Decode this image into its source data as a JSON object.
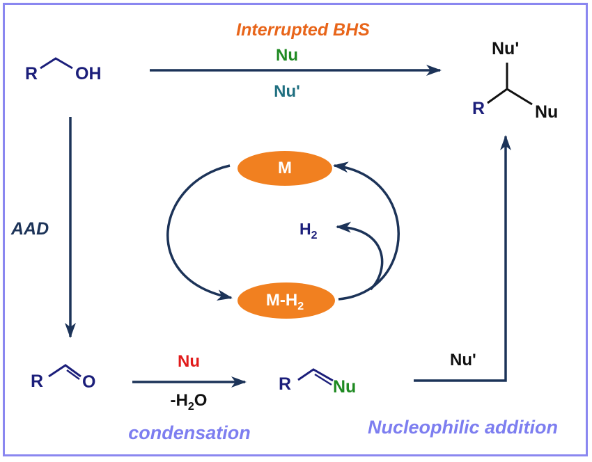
{
  "top_reaction": {
    "title": "Interrupted BHS",
    "reagent_above": "Nu",
    "reagent_below": "Nu'"
  },
  "start_alcohol": {
    "r_label": "R",
    "oh_label": "OH"
  },
  "product": {
    "top_label": "Nu'",
    "r_label": "R",
    "right_label": "Nu"
  },
  "left_step": {
    "label": "AAD"
  },
  "catalytic_cycle": {
    "metal_label": "M",
    "hydride_label": "M-H",
    "hydride_sub": "2",
    "h2_label": "H",
    "h2_sub": "2"
  },
  "aldehyde": {
    "r_label": "R",
    "o_label": "O"
  },
  "condensation": {
    "reagent": "Nu",
    "byproduct_prefix": "-H",
    "byproduct_sub": "2",
    "byproduct_suffix": "O",
    "label": "condensation"
  },
  "imine": {
    "r_label": "R",
    "nu_label": "Nu"
  },
  "addition": {
    "reagent": "Nu'",
    "label": "Nucleophilic addition"
  },
  "colors": {
    "frame": "#8a87f0",
    "arrow": "#1c3358",
    "ellipse": "#f18020",
    "navy": "#1b1e7a"
  }
}
